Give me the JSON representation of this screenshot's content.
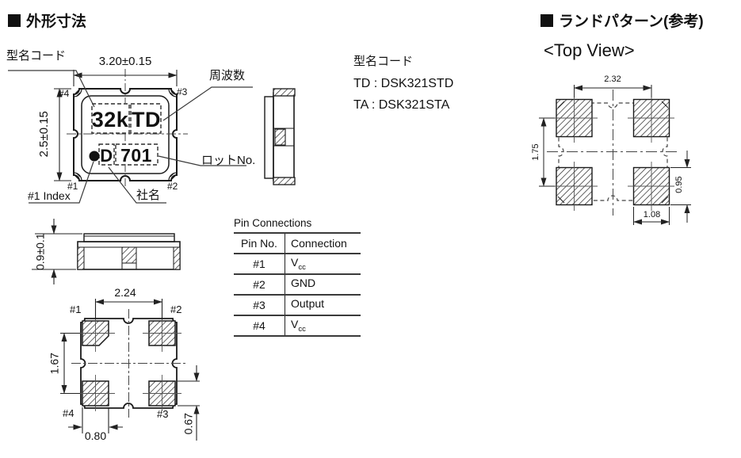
{
  "titles": {
    "outline_section": "外形寸法",
    "land_section": "ランドパターン(参考)",
    "land_view": "<Top View>"
  },
  "outline_top_view": {
    "marking": {
      "freq_code": "32k",
      "model_code": "TD",
      "index_char": "D",
      "lot": "701"
    },
    "callouts": {
      "model_code": "型名コード",
      "frequency": "周波数",
      "lot_no": "ロットNo.",
      "pin1_index": "#1 Index",
      "company": "社名"
    },
    "pin_labels": {
      "p1": "#1",
      "p2": "#2",
      "p3": "#3",
      "p4": "#4"
    },
    "dim_width": "3.20±0.15",
    "dim_height": "2.5±0.15"
  },
  "model_code_legend": {
    "title": "型名コード",
    "td": "TD : DSK321STD",
    "ta": "TA : DSK321STA"
  },
  "front_view": {
    "dim_thickness": "0.9±0.1"
  },
  "bottom_view": {
    "pin_labels": {
      "p1": "#1",
      "p2": "#2",
      "p3": "#3",
      "p4": "#4"
    },
    "dim_pad_pitch_x": "2.24",
    "dim_pad_pitch_y": "1.67",
    "dim_pad_width": "0.80",
    "dim_pad_height": "0.67"
  },
  "pin_table": {
    "title": "Pin Connections",
    "col_pin": "Pin No.",
    "col_conn": "Connection",
    "rows": [
      {
        "pin": "#1",
        "conn": "V",
        "sub": "cc"
      },
      {
        "pin": "#2",
        "conn": "GND",
        "sub": ""
      },
      {
        "pin": "#3",
        "conn": "Output",
        "sub": ""
      },
      {
        "pin": "#4",
        "conn": "V",
        "sub": "cc"
      }
    ]
  },
  "land_pattern": {
    "dim_pitch_x": "2.32",
    "dim_pitch_y": "1.75",
    "dim_pad_width": "1.08",
    "dim_pad_height": "0.95"
  },
  "colors": {
    "ink": "#1a1a1a",
    "line": "#222222",
    "bg": "#ffffff"
  }
}
